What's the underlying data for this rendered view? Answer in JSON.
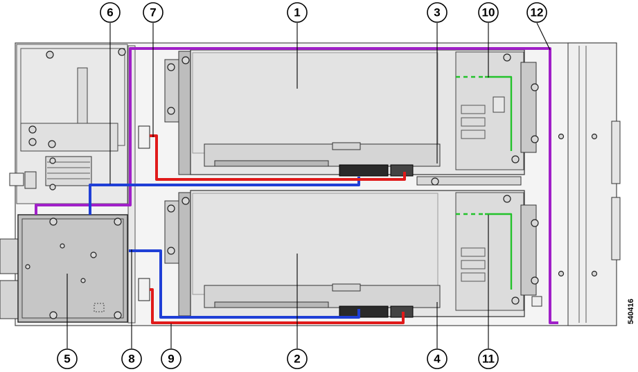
{
  "callouts": [
    {
      "label": "1"
    },
    {
      "label": "2"
    },
    {
      "label": "3"
    },
    {
      "label": "4"
    },
    {
      "label": "5"
    },
    {
      "label": "6"
    },
    {
      "label": "7"
    },
    {
      "label": "8"
    },
    {
      "label": "9"
    },
    {
      "label": "10"
    },
    {
      "label": "11"
    },
    {
      "label": "12"
    }
  ],
  "figure_id": "540416",
  "colors": {
    "cable_purple": "#a020c8",
    "cable_blue": "#1f3fd6",
    "cable_red": "#e01a1a",
    "cable_green": "#22c22a"
  }
}
